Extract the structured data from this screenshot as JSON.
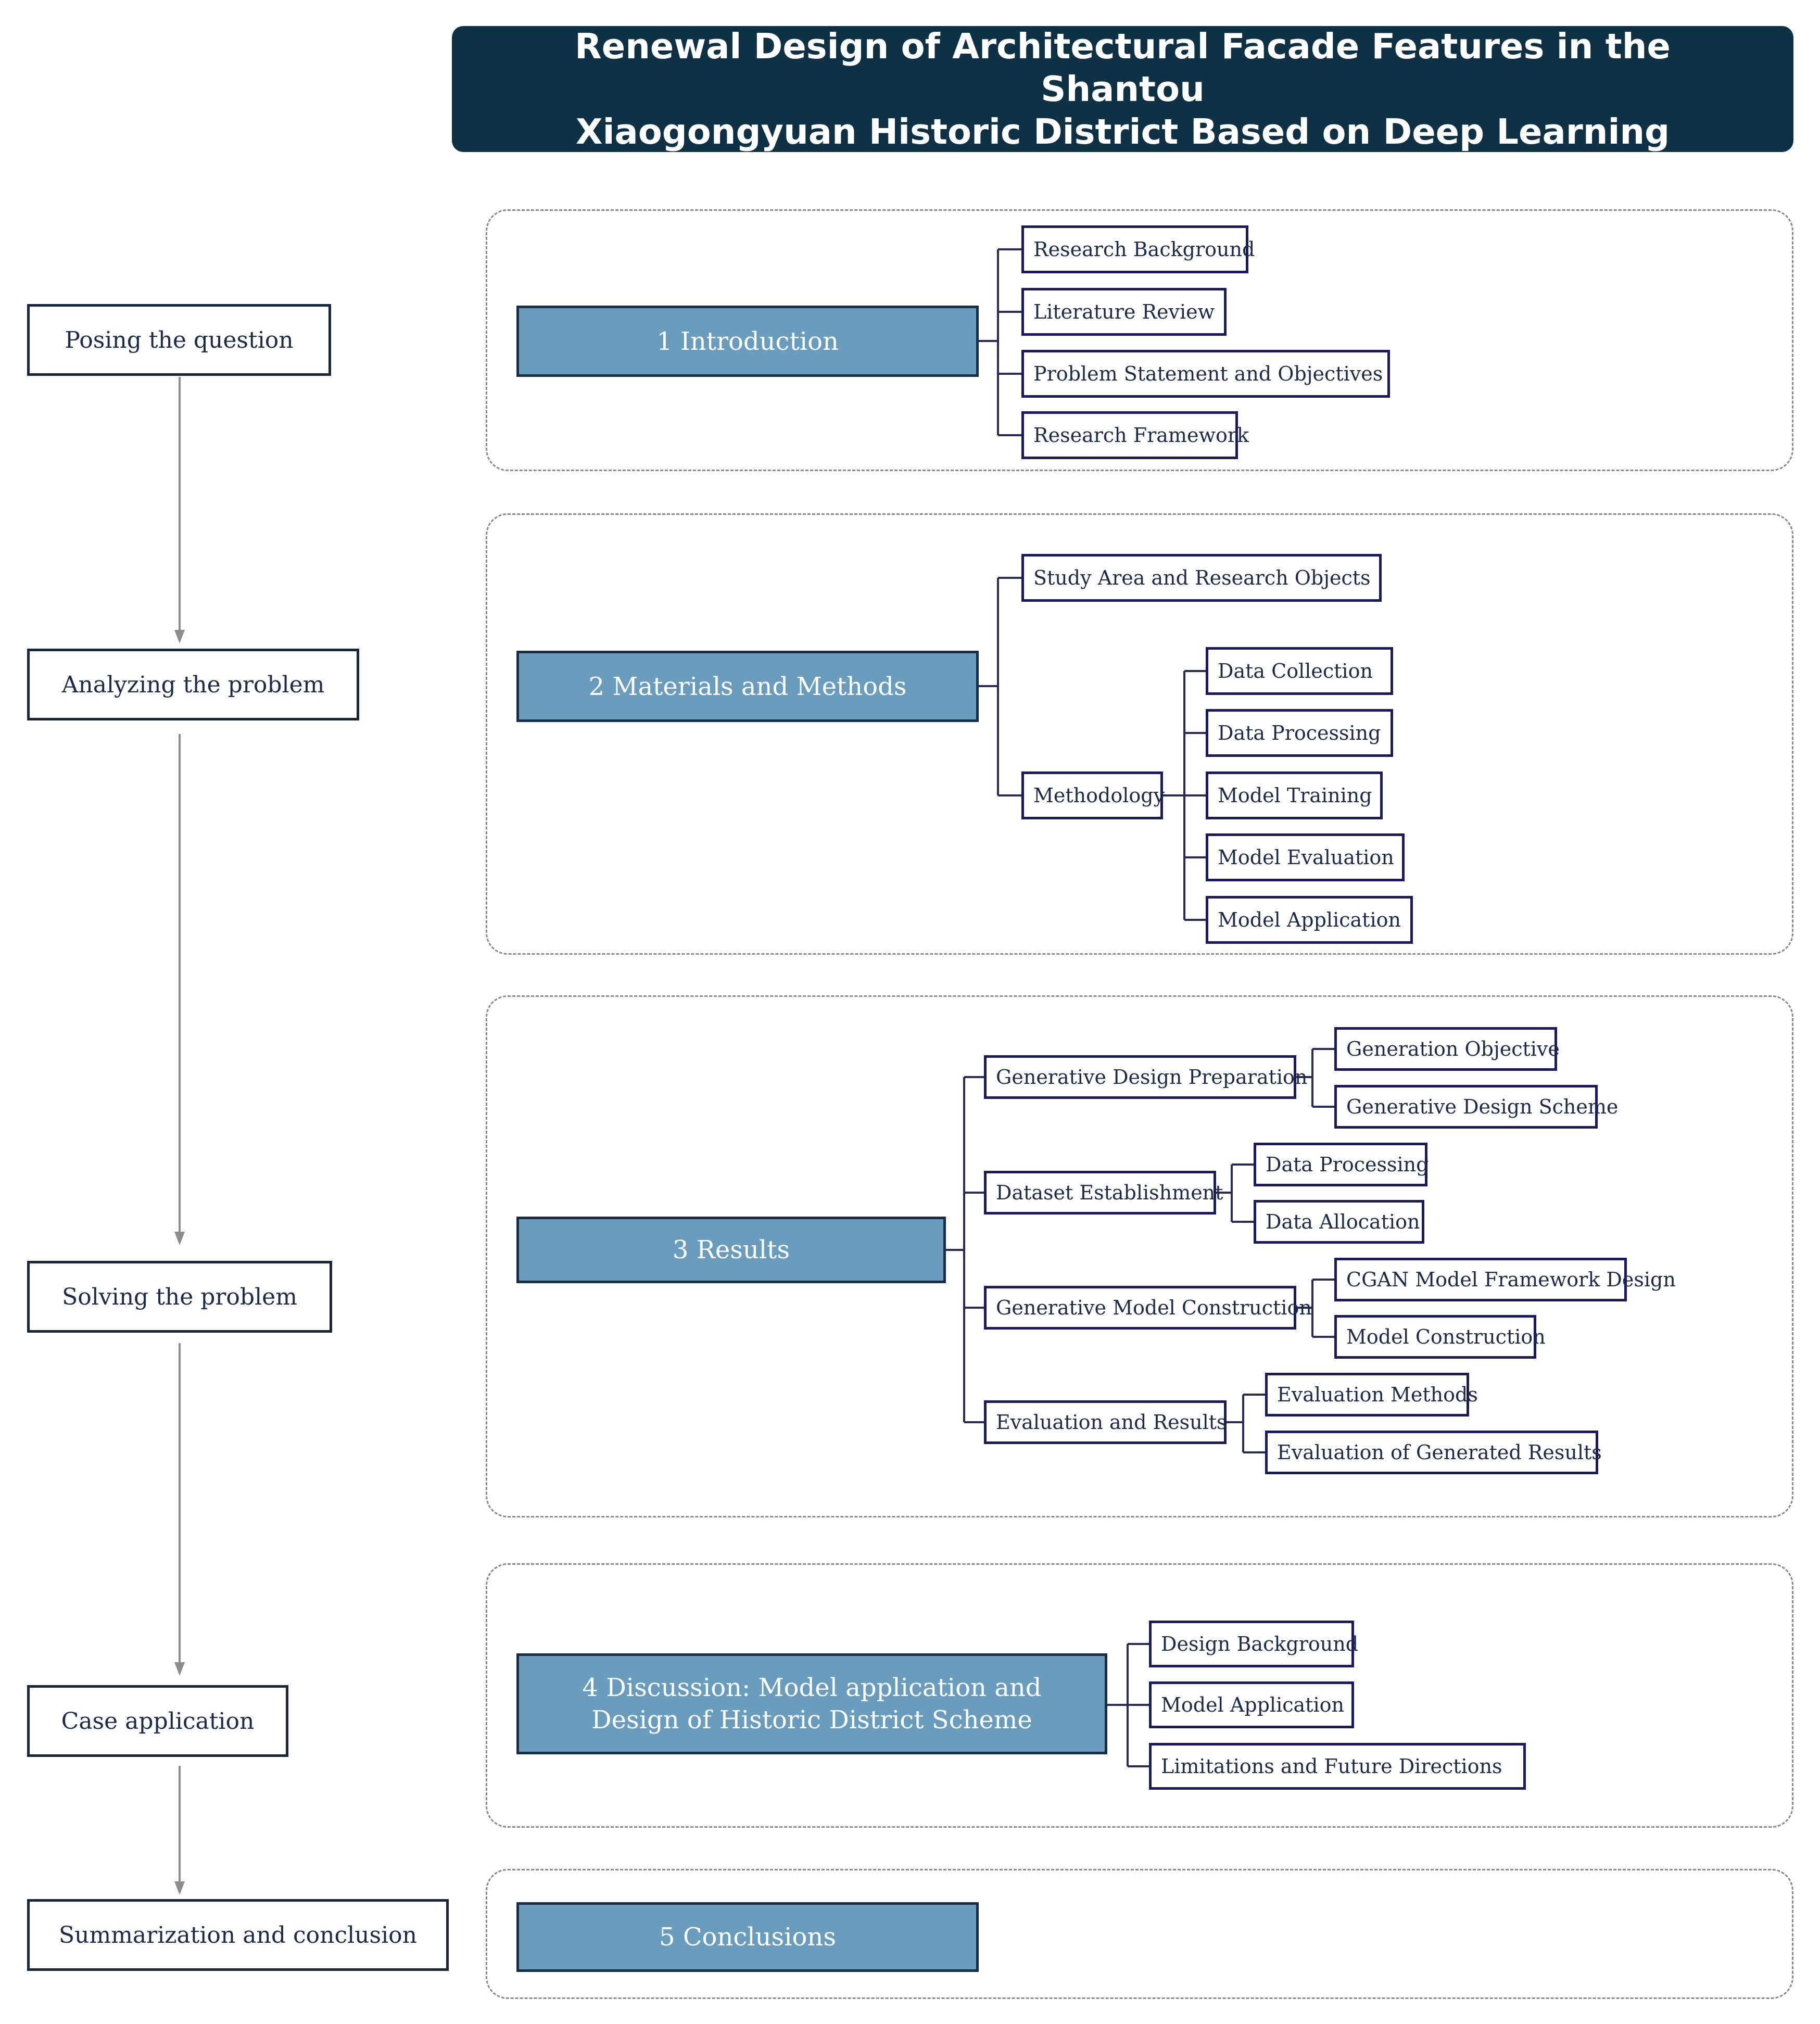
{
  "title": "Renewal Design of Architectural Facade Features in the Shantou\nXiaogongyuan Historic District Based on Deep Learning",
  "stages": [
    "Posing the question",
    "Analyzing the problem",
    "Solving the problem",
    "Case application",
    "Summarization and conclusion"
  ],
  "sections": {
    "introduction": {
      "label": "1 Introduction",
      "items": [
        "Research Background",
        "Literature Review",
        "Problem Statement and Objectives",
        "Research Framework"
      ]
    },
    "materials": {
      "label": "2 Materials and Methods",
      "study_area": "Study Area and Research Objects",
      "methodology": "Methodology",
      "methodology_items": [
        "Data Collection",
        "Data Processing",
        "Model Training",
        "Model Evaluation",
        "Model Application"
      ]
    },
    "results": {
      "label": "3 Results",
      "groups": [
        {
          "label": "Generative Design Preparation",
          "items": [
            "Generation Objective",
            "Generative Design Scheme"
          ]
        },
        {
          "label": "Dataset Establishment",
          "items": [
            "Data Processing",
            "Data Allocation"
          ]
        },
        {
          "label": "Generative Model Construction",
          "items": [
            "CGAN Model Framework Design",
            "Model Construction"
          ]
        },
        {
          "label": "Evaluation and Results",
          "items": [
            "Evaluation Methods",
            "Evaluation of Generated Results"
          ]
        }
      ]
    },
    "discussion": {
      "label": "4 Discussion: Model application and\nDesign of Historic District Scheme",
      "items": [
        "Design Background",
        "Model Application",
        "Limitations and Future Directions"
      ]
    },
    "conclusions": {
      "label": "5 Conclusions"
    }
  },
  "colors": {
    "banner": "#0e3146",
    "main_box_fill": "#6a9dbd",
    "sub_box_border": "#1a1a5e",
    "connector": "#2a2a5a",
    "arrow": "#8c8c8c",
    "dashed_frame": "#8a8a8a"
  }
}
